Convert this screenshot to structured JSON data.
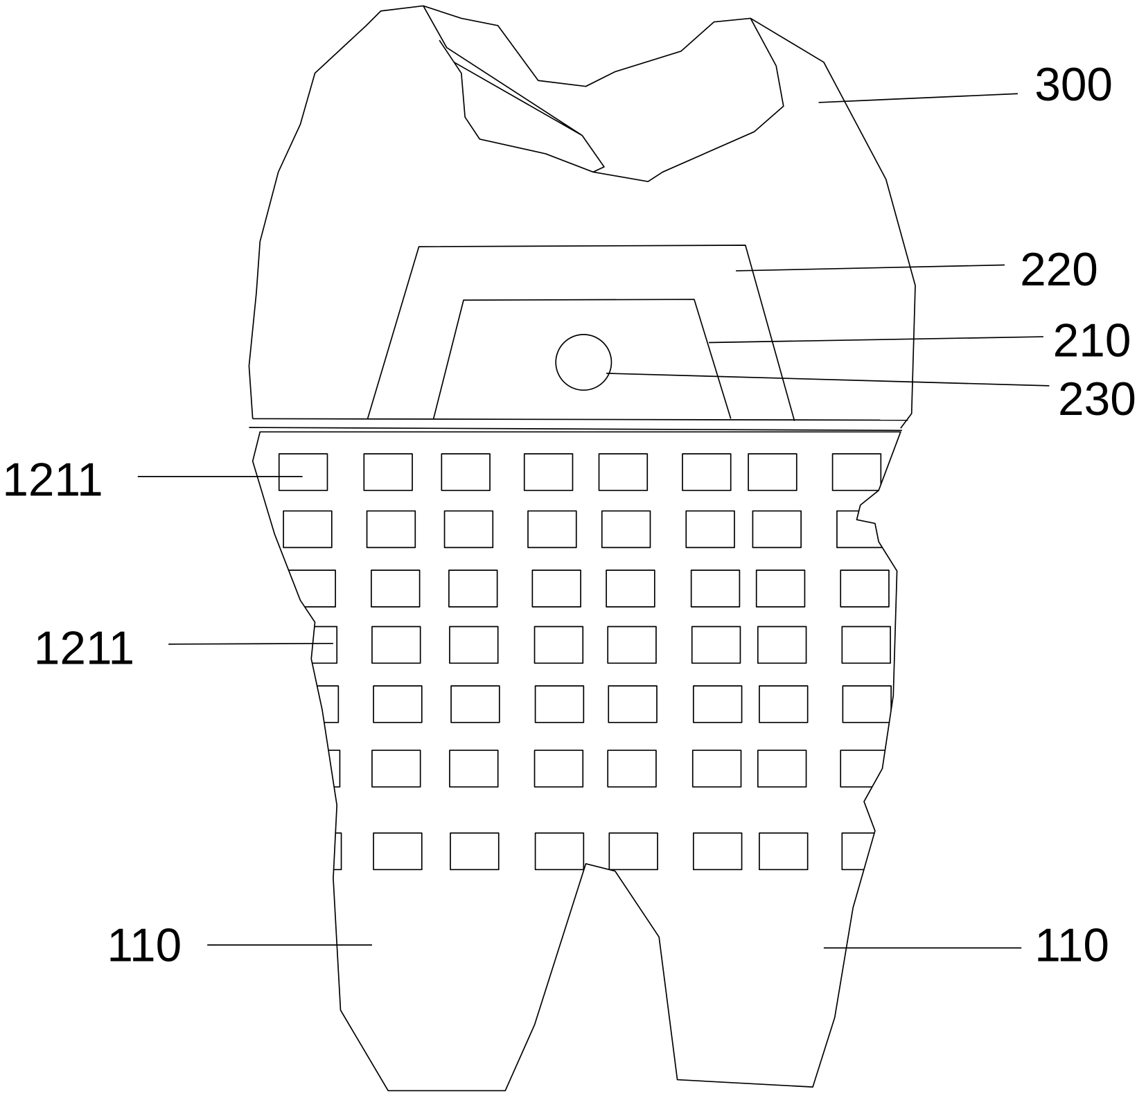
{
  "figure": {
    "labels": {
      "crown": "300",
      "outer_frame": "220",
      "inner_frame": "210",
      "sensor": "230",
      "hole_top": "1211",
      "hole_side": "1211",
      "root_left": "110",
      "root_right": "110"
    },
    "colors": {
      "line": "#000000",
      "background": "#ffffff"
    }
  }
}
